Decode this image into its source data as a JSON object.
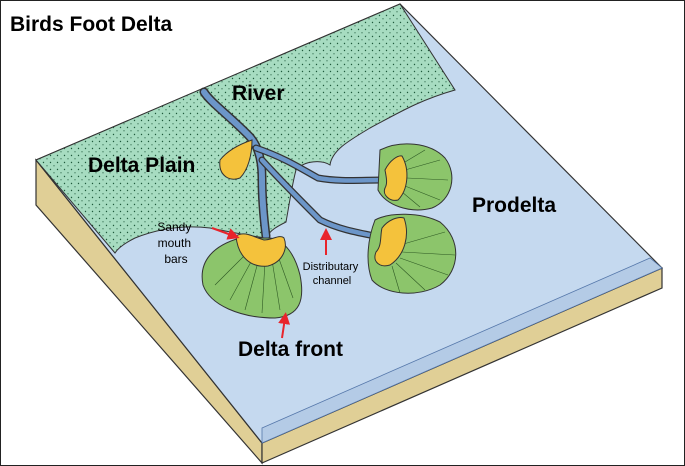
{
  "title": "Birds Foot Delta",
  "labels": {
    "river": "River",
    "delta_plain": "Delta Plain",
    "prodelta": "Prodelta",
    "delta_front": "Delta front",
    "sandy_mouth_bars": [
      "Sandy",
      "mouth",
      "bars"
    ],
    "distributary_channel": [
      "Distributary",
      "channel"
    ]
  },
  "colors": {
    "land": "#a7dcc1",
    "water": "#c5d9ef",
    "river": "#6c96c9",
    "delta_front_lobe": "#8cc56b",
    "mouth_bar": "#f4c23c",
    "block_side": "#e0cf96",
    "arrow": "#e8242b"
  }
}
